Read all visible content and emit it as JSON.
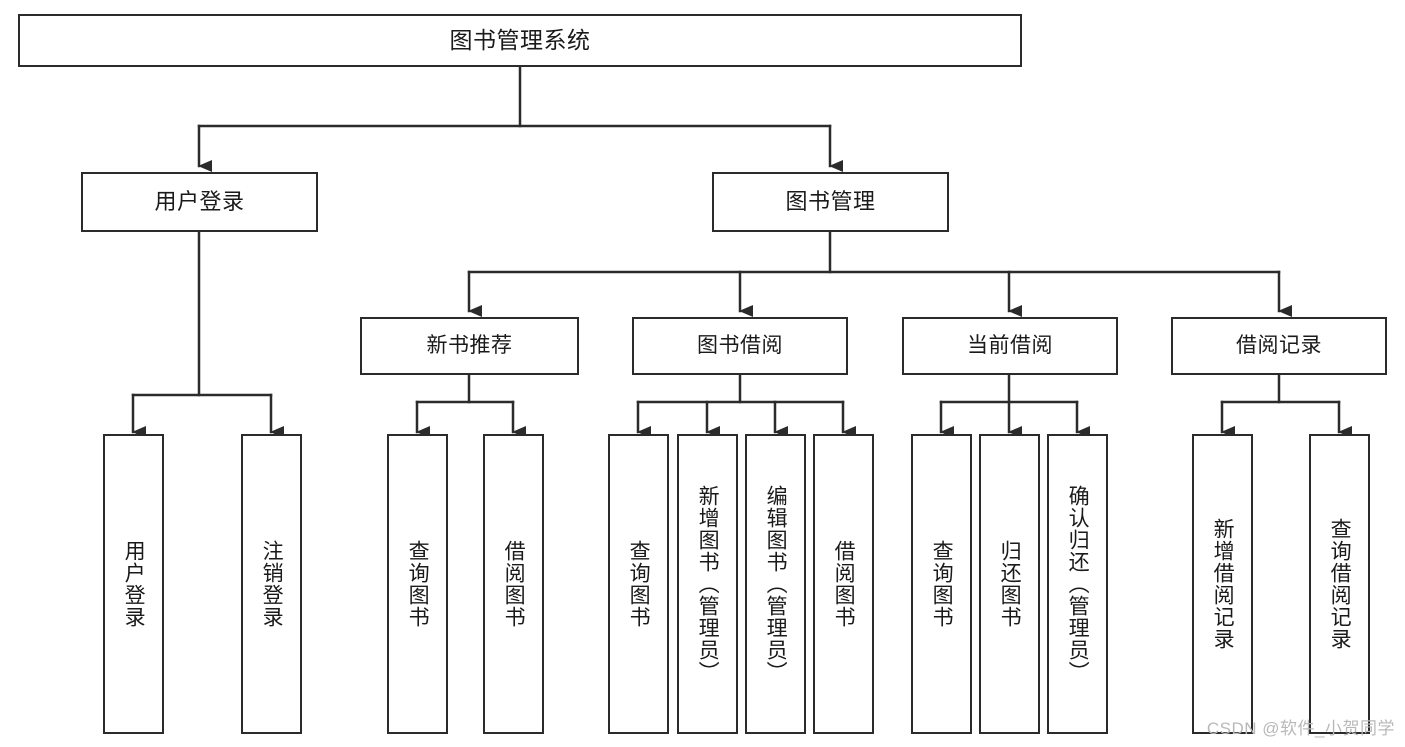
{
  "diagram": {
    "title": "图书管理系统",
    "type": "tree",
    "background": "#ffffff",
    "line_color": "#2b2b2b",
    "text_color": "#1a1a1a"
  },
  "nodes": {
    "root": {
      "label": "图书管理系统"
    },
    "level1": [
      {
        "label": "用户登录"
      },
      {
        "label": "图书管理"
      }
    ],
    "level2": [
      {
        "label": "新书推荐"
      },
      {
        "label": "图书借阅"
      },
      {
        "label": "当前借阅"
      },
      {
        "label": "借阅记录"
      }
    ],
    "leaves_user_login": [
      {
        "label": "用户登录"
      },
      {
        "label": "注销登录"
      }
    ],
    "leaves_new_book": [
      {
        "label": "查询图书"
      },
      {
        "label": "借阅图书"
      }
    ],
    "leaves_borrow": [
      {
        "label": "查询图书"
      },
      {
        "label": "新增图书（管理员）"
      },
      {
        "label": "编辑图书（管理员）"
      },
      {
        "label": "借阅图书"
      }
    ],
    "leaves_current": [
      {
        "label": "查询图书"
      },
      {
        "label": "归还图书"
      },
      {
        "label": "确认归还（管理员）"
      }
    ],
    "leaves_records": [
      {
        "label": "新增借阅记录"
      },
      {
        "label": "查询借阅记录"
      }
    ]
  },
  "watermark": {
    "text": "CSDN @软件_小贺同学"
  }
}
